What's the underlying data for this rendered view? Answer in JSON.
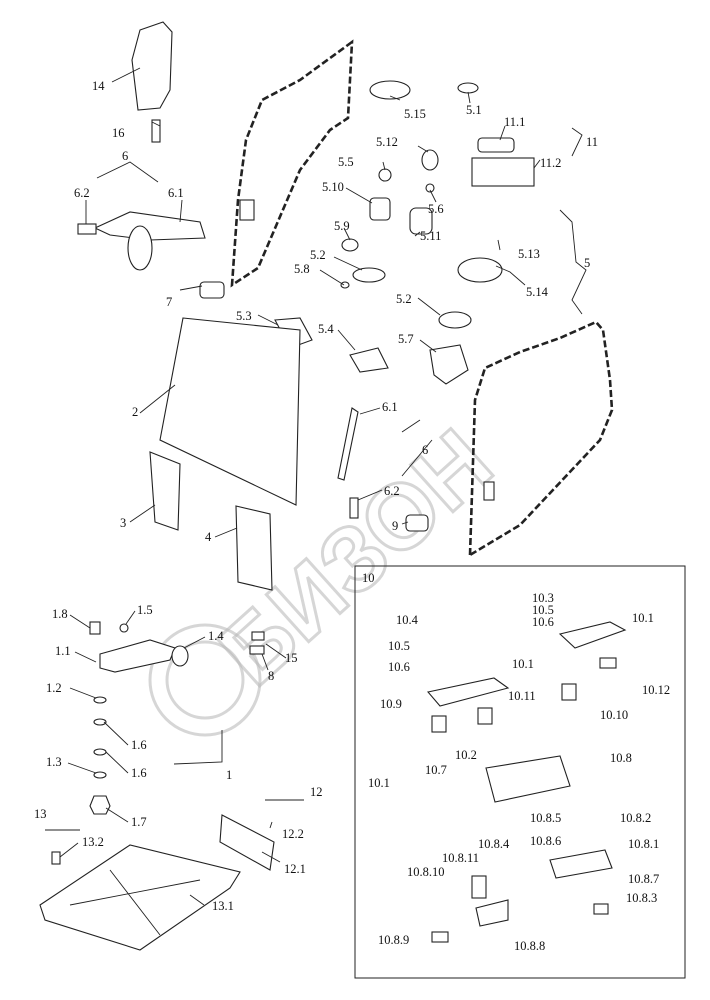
{
  "watermark": {
    "text": "БИЗОН"
  },
  "inset": {
    "title": "10"
  },
  "labels": {
    "l14": "14",
    "l16": "16",
    "l6a": "6",
    "l62a": "6.2",
    "l61a": "6.1",
    "l7": "7",
    "l515": "5.15",
    "l51": "5.1",
    "l111": "11.1",
    "l11": "11",
    "l112": "11.2",
    "l512": "5.12",
    "l55": "5.5",
    "l56": "5.6",
    "l510": "5.10",
    "l511": "5.11",
    "l59": "5.9",
    "l52a": "5.2",
    "l58": "5.8",
    "l513": "5.13",
    "l514": "5.14",
    "l5": "5",
    "l53": "5.3",
    "l54": "5.4",
    "l52b": "5.2",
    "l57": "5.7",
    "l2": "2",
    "l3": "3",
    "l4": "4",
    "l61b": "6.1",
    "l6b": "6",
    "l62b": "6.2",
    "l9": "9",
    "l18": "1.8",
    "l15": "1.5",
    "l14b": "1.4",
    "l11b": "1.1",
    "l12": "1.2",
    "l16a": "1.6",
    "l16b": "1.6",
    "l13": "1.3",
    "l17": "1.7",
    "l1": "1",
    "l15b": "15",
    "l8": "8",
    "l12g": "12",
    "l122": "12.2",
    "l121": "12.1",
    "l13g": "13",
    "l132": "13.2",
    "l131": "13.1",
    "i103": "10.3",
    "i105a": "10.5",
    "i106a": "10.6",
    "i101a": "10.1",
    "i104": "10.4",
    "i105b": "10.5",
    "i106b": "10.6",
    "i101b": "10.1",
    "i1011": "10.11",
    "i1012": "10.12",
    "i109": "10.9",
    "i1010": "10.10",
    "i102": "10.2",
    "i108": "10.8",
    "i101c": "10.1",
    "i107": "10.7",
    "i1085": "10.8.5",
    "i1082": "10.8.2",
    "i1084": "10.8.4",
    "i1086": "10.8.6",
    "i10811": "10.8.11",
    "i1081": "10.8.1",
    "i10810": "10.8.10",
    "i1087": "10.8.7",
    "i1089": "10.8.9",
    "i1083": "10.8.3",
    "i1088": "10.8.8"
  }
}
